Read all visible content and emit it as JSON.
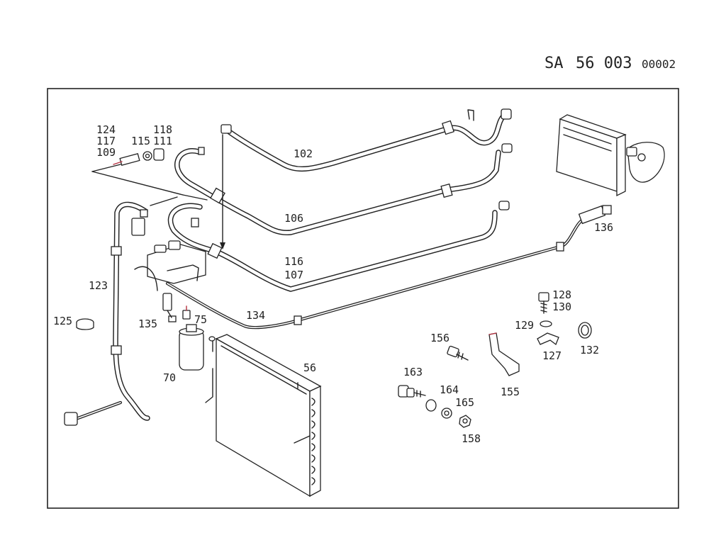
{
  "header": {
    "prefix": "SA",
    "group": "56 003",
    "sheet": "00002"
  },
  "callouts": {
    "c124": "124",
    "c117": "117",
    "c109": "109",
    "c115": "115",
    "c118": "118",
    "c111": "111",
    "c102": "102",
    "c106": "106",
    "c116": "116",
    "c107": "107",
    "c136": "136",
    "c123": "123",
    "c125": "125",
    "c135": "135",
    "c75": "75",
    "c134": "134",
    "c70": "70",
    "c56": "56",
    "c128": "128",
    "c130": "130",
    "c129": "129",
    "c127": "127",
    "c132": "132",
    "c156": "156",
    "c163": "163",
    "c164": "164",
    "c165": "165",
    "c155": "155",
    "c158": "158"
  }
}
